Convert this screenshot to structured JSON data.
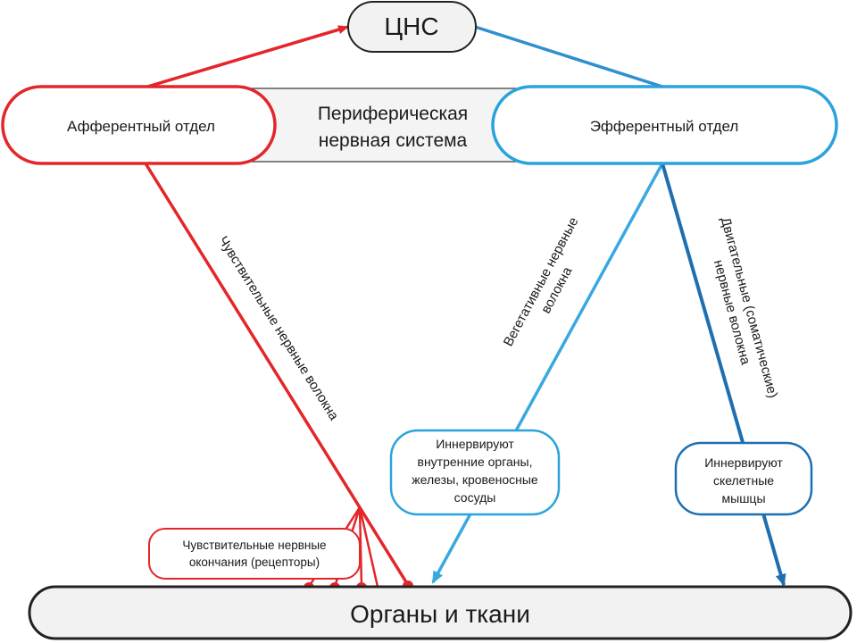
{
  "cns": {
    "label": "ЦНС"
  },
  "peripheral": {
    "line1": "Периферическая",
    "line2": "нервная система"
  },
  "afferent": {
    "label": "Афферентный отдел"
  },
  "efferent": {
    "label": "Эфферентный отдел"
  },
  "sensory_fibers": {
    "label": "Чувствительные нервные волокна"
  },
  "vegetative_fibers": {
    "line1": "Вегетативные нервные",
    "line2": "волокна"
  },
  "motor_fibers": {
    "line1": "Двигательные (соматические)",
    "line2": "нервные волокна"
  },
  "internal_organs_note": {
    "line1": "Иннервируют",
    "line2": "внутренние органы,",
    "line3": "железы, кровеносные",
    "line4": "сосуды"
  },
  "skeletal_note": {
    "line1": "Иннервируют",
    "line2": "скелетные",
    "line3": "мышцы"
  },
  "receptors_note": {
    "line1": "Чувствительные нервные",
    "line2": "окончания (рецепторы)"
  },
  "organs": {
    "label": "Органы и ткани"
  },
  "colors": {
    "afferent": "#e3262a",
    "efferent": "#2f8fcf",
    "efferent_dark": "#1f6fb0",
    "outline": "#222222"
  }
}
